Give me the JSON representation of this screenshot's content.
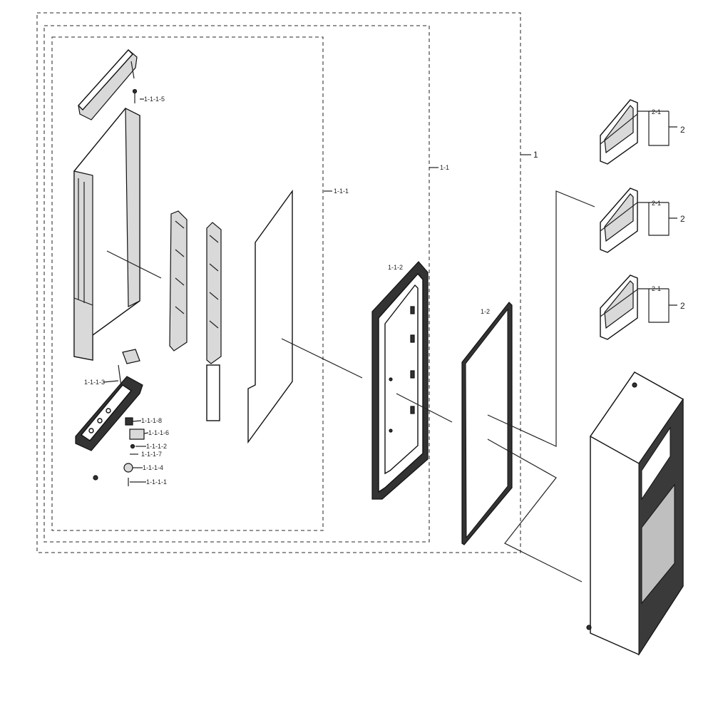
{
  "labels": {
    "l_1": "1",
    "l_1_1": "1-1",
    "l_1_1_1": "1-1-1",
    "l_1_1_1_5": "1-1-1-5",
    "l_1_1_1_3": "1-1-1-3",
    "l_1_1_1_8": "1-1-1-8",
    "l_1_1_1_6": "1-1-1-6",
    "l_1_1_1_2": "1-1-1-2",
    "l_1_1_1_7": "1-1-1-7",
    "l_1_1_1_4": "1-1-1-4",
    "l_1_1_1_1": "1-1-1-1",
    "l_1_1_2": "1-1-2",
    "l_1_2": "1-2",
    "l_2_1_a": "2-1",
    "l_2_a": "2",
    "l_2_1_b": "2-1",
    "l_2_b": "2",
    "l_2_1_c": "2-1",
    "l_2_c": "2"
  }
}
